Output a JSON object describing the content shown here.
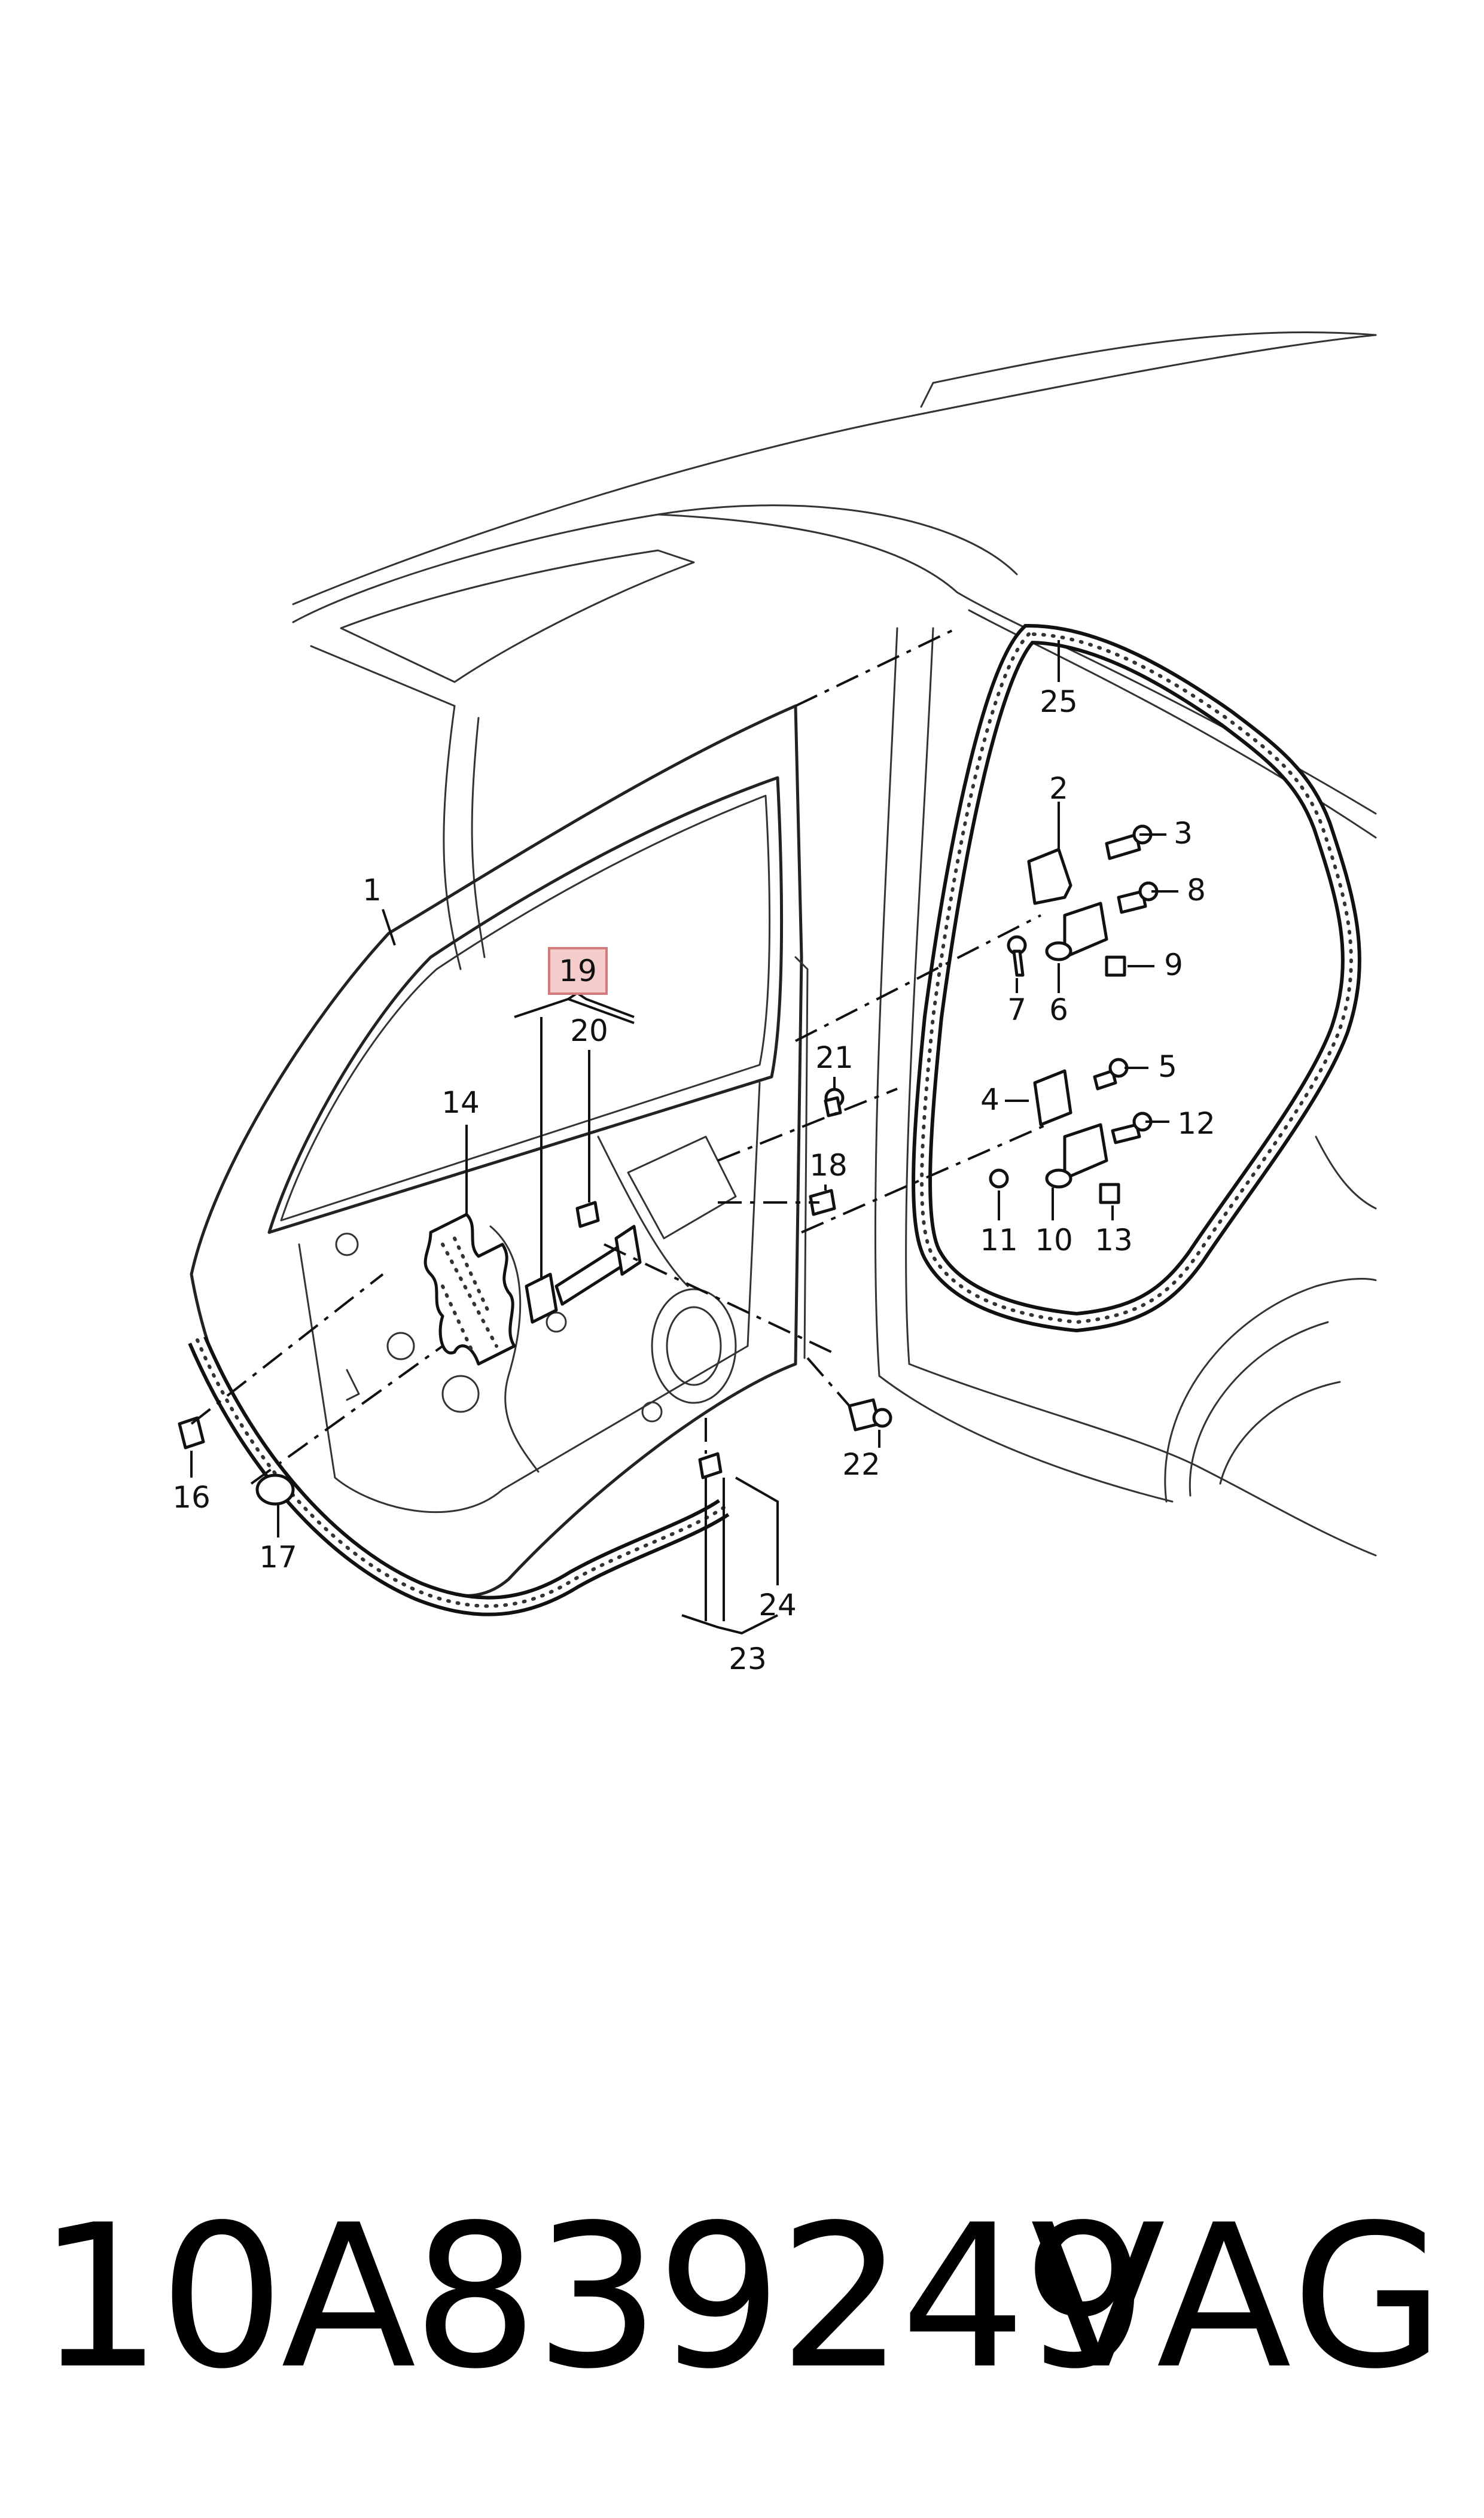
{
  "diagram": {
    "callouts": [
      "1",
      "2",
      "3",
      "4",
      "5",
      "6",
      "7",
      "8",
      "9",
      "10",
      "11",
      "12",
      "13",
      "14",
      "16",
      "17",
      "18",
      "19",
      "20",
      "21",
      "22",
      "23",
      "24",
      "25"
    ],
    "highlighted_callout": "19",
    "highlight_color": "#f4cccc",
    "highlight_border": "#d47a7a"
  },
  "footer": {
    "part_number": "10A839249",
    "brand": "VAG"
  }
}
